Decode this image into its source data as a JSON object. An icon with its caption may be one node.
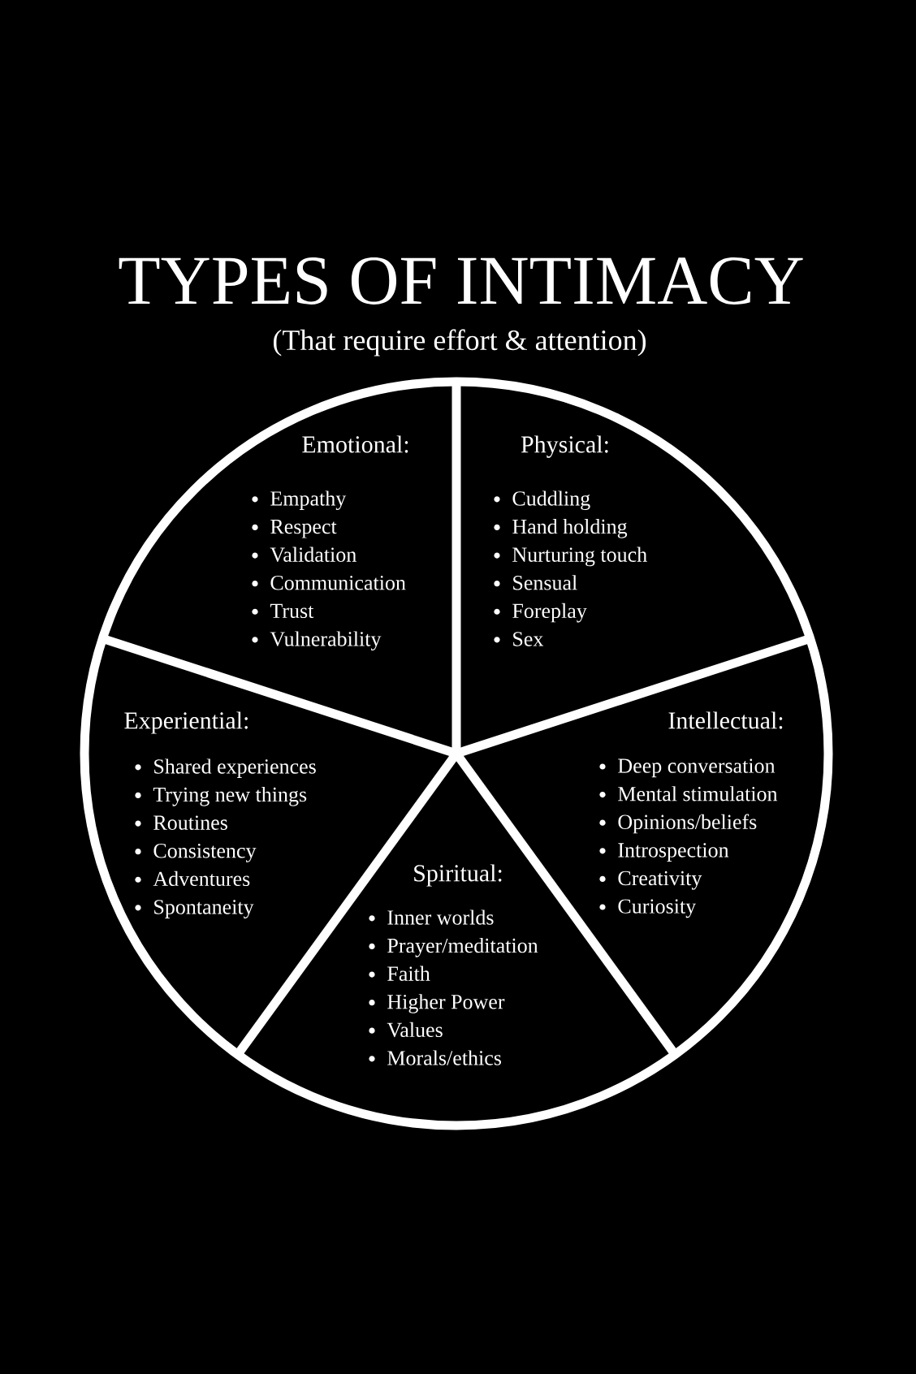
{
  "diagram": {
    "title": "TYPES OF INTIMACY",
    "nodes": [
      {
        "text": [
          "Emotional:",
          "Empathy",
          "Respect",
          "Validation",
          "Communication",
          "Trust",
          "Vulnerability"
        ]
      },
      {
        "text": [
          "Physical:",
          "Cuddling",
          "Hand holding",
          "Nurturing touch",
          "Sensual",
          "Foreplay",
          "Sex"
        ]
      },
      {
        "text": [
          "Experiential:",
          "Shared experiences",
          "Trying new things",
          "Routines",
          "Consistency",
          "Adventures",
          "Spontaneity"
        ]
      },
      {
        "text": [
          "Intellectual:",
          "Deep conversation",
          "Mental stimulation",
          "Opinions/beliefs",
          "Introspection",
          "Creativity",
          "Curiosity"
        ]
      },
      {
        "text": [
          "Spiritual:",
          "Inner worlds",
          "Prayer/meditation",
          "Faith",
          "Higher Power",
          "Values",
          "Morals/ethics"
        ]
      }
    ],
    "labels": [
      "(That require effort & attention)"
    ]
  }
}
